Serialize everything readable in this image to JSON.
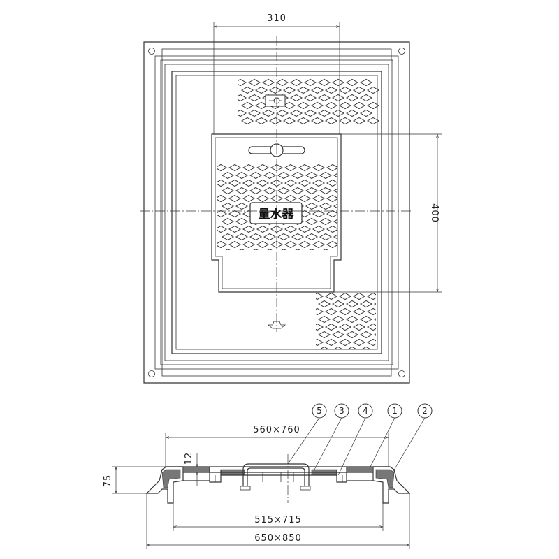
{
  "plan_view": {
    "width_dimension": "310",
    "height_dimension": "400",
    "label": "量水器"
  },
  "section_view": {
    "inner_top": "560×760",
    "thickness_small": "12",
    "height": "75",
    "inner_bottom": "515×715",
    "outer": "650×850"
  },
  "callouts": [
    "5",
    "3",
    "4",
    "1",
    "2"
  ]
}
